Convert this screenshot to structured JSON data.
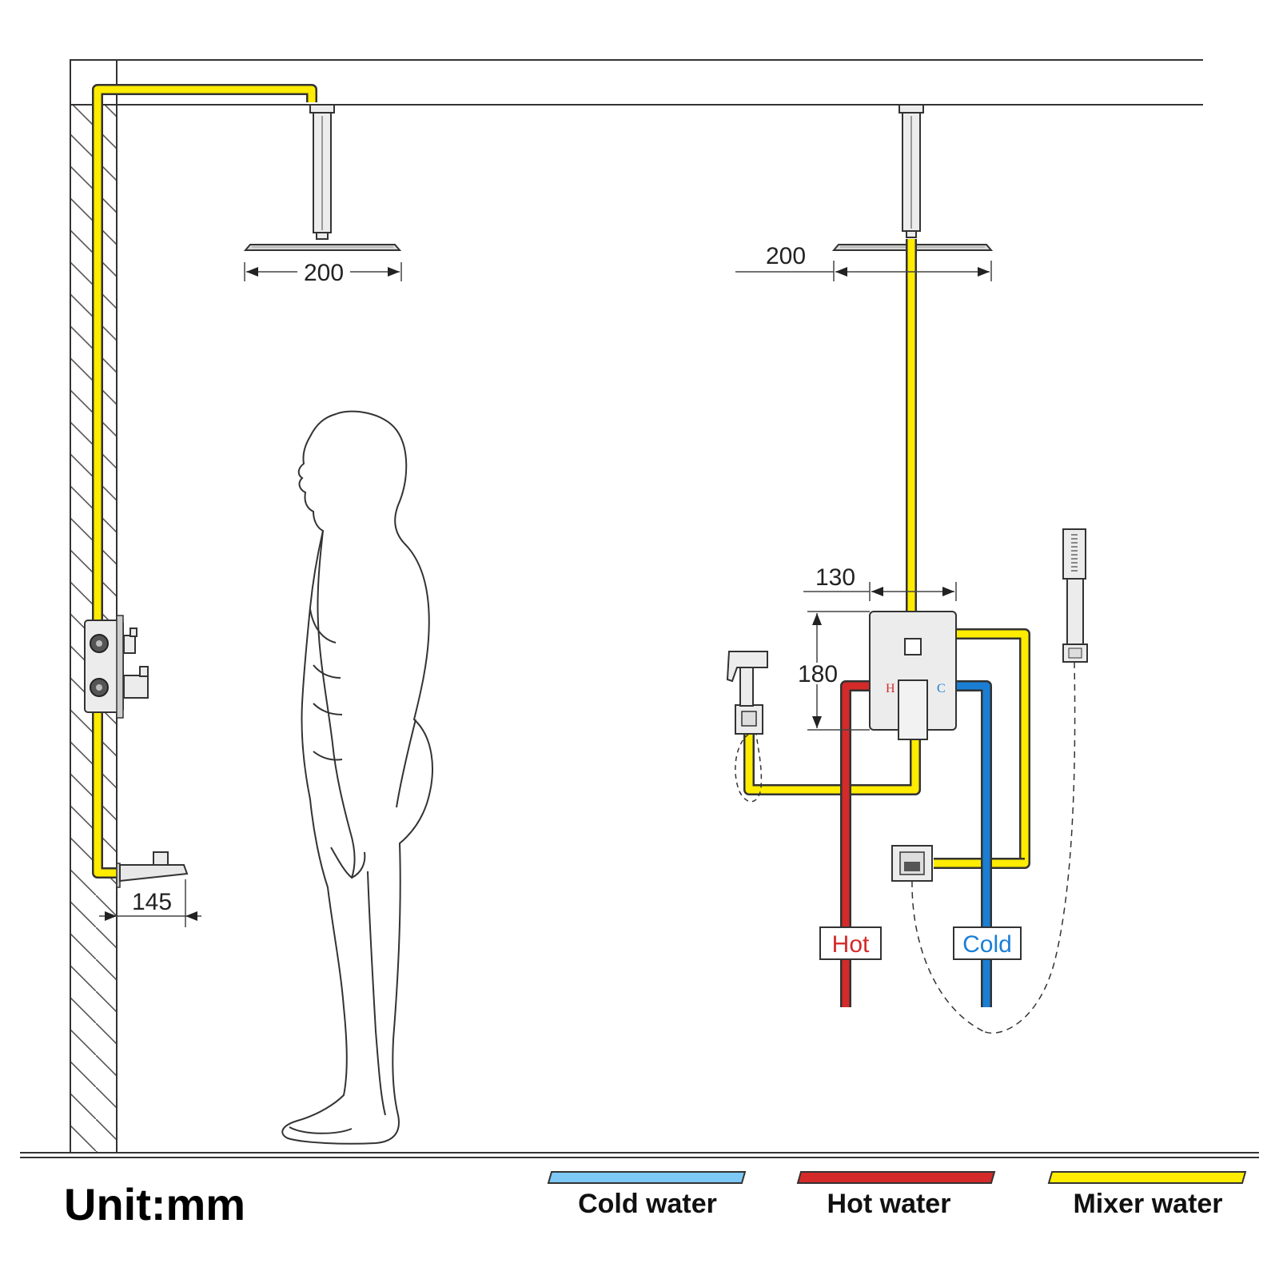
{
  "dimensions": {
    "left_head_width": "200",
    "right_head_width": "200",
    "valve_width": "130",
    "valve_height": "180",
    "spout_depth": "145"
  },
  "labels": {
    "hot_supply": "Hot",
    "cold_supply": "Cold",
    "valve_hot_mark": "H",
    "valve_cold_mark": "C"
  },
  "unit": "Unit:mm",
  "legend": {
    "cold": "Cold water",
    "hot": "Hot water",
    "mixer": "Mixer water"
  },
  "colors": {
    "cold": "#1a7fd4",
    "hot": "#d42a2a",
    "mixer": "#ffec00",
    "legend_cold": "#7ec8f5"
  }
}
